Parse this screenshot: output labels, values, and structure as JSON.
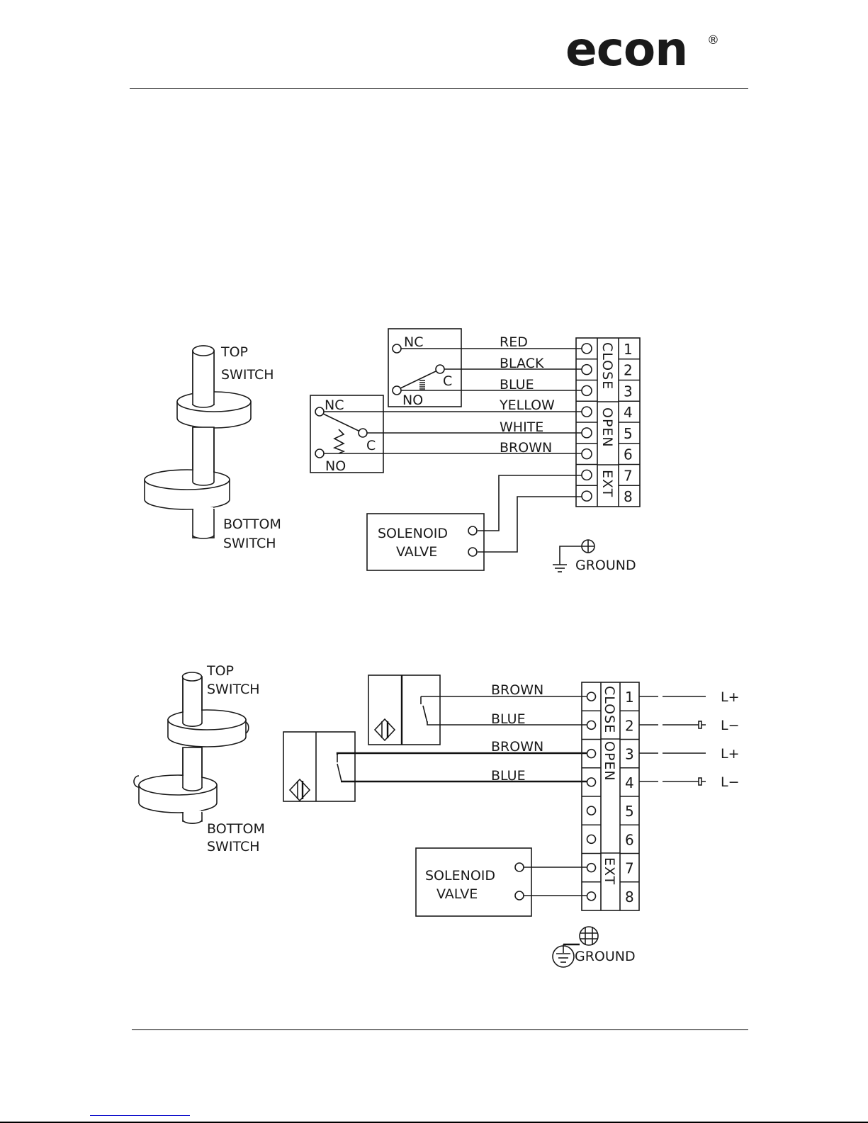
{
  "header": {
    "logo_text": "econ",
    "logo_mark": "®",
    "brand_color": "#0066CC"
  },
  "diagram1": {
    "actuator": {
      "top_label": [
        "TOP",
        "SWITCH"
      ],
      "bottom_label": [
        "BOTTOM",
        "SWITCH"
      ]
    },
    "switches": [
      {
        "name": "close-switch",
        "nc": "NC",
        "c": "C",
        "no": "NO"
      },
      {
        "name": "open-switch",
        "nc": "NC",
        "c": "C",
        "no": "NO"
      }
    ],
    "wires": [
      "RED",
      "BLACK",
      "BLUE",
      "YELLOW",
      "WHITE",
      "BROWN"
    ],
    "terminal_groups": [
      "CLOSE",
      "OPEN",
      "EXT"
    ],
    "terminals": [
      "1",
      "2",
      "3",
      "4",
      "5",
      "6",
      "7",
      "8"
    ],
    "solenoid": [
      "SOLENOID",
      "VALVE"
    ],
    "ground": "GROUND"
  },
  "diagram2": {
    "actuator": {
      "top_label": [
        "TOP",
        "SWITCH"
      ],
      "bottom_label": [
        "BOTTOM",
        "SWITCH"
      ]
    },
    "wires": [
      "BROWN",
      "BLUE",
      "BROWN",
      "BLUE"
    ],
    "terminal_groups": [
      "CLOSE",
      "OPEN",
      "EXT"
    ],
    "terminals": [
      "1",
      "2",
      "3",
      "4",
      "5",
      "6",
      "7",
      "8"
    ],
    "supply": [
      "L+",
      "L−",
      "L+",
      "L−"
    ],
    "solenoid": [
      "SOLENOID",
      "VALVE"
    ],
    "ground": "GROUND"
  },
  "footer": {
    "link_present": true
  }
}
